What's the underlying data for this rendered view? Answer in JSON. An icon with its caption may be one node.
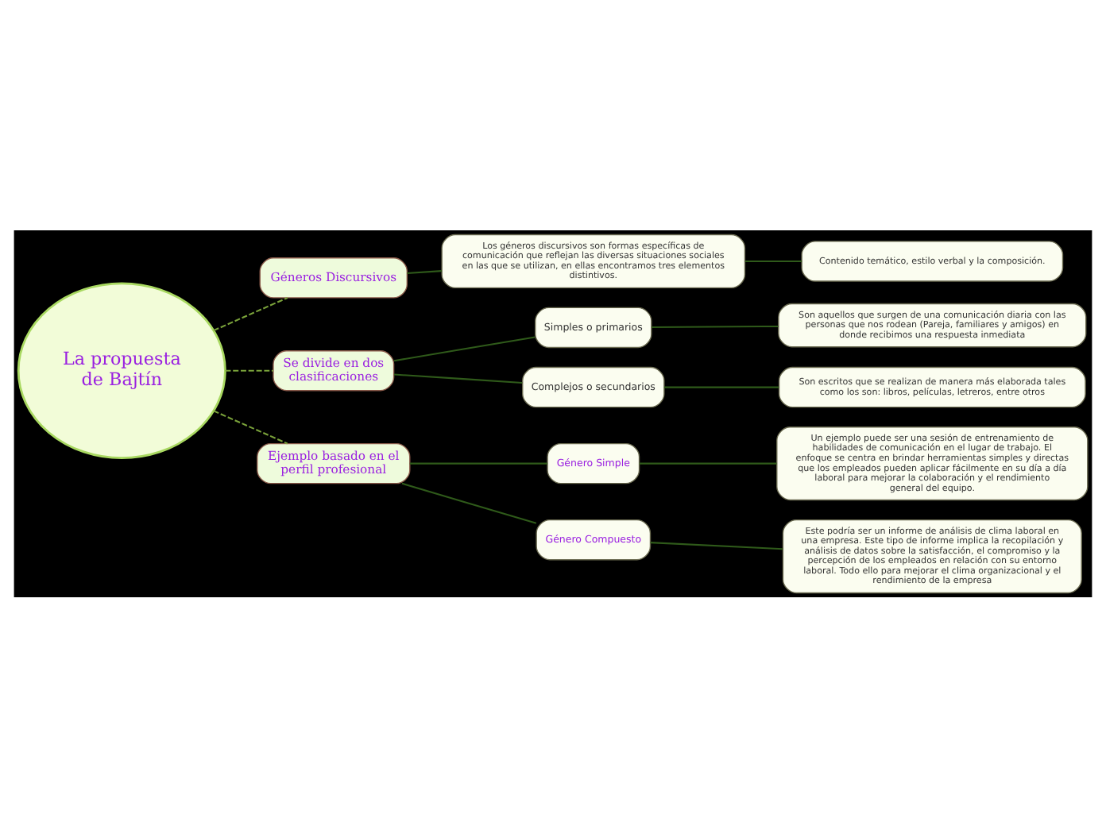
{
  "diagram": {
    "nodes": [
      {
        "text": [
          "La propuesta de Bajtín"
        ]
      },
      {
        "text": [
          "Géneros Discursivos"
        ]
      },
      {
        "text": [
          "Los géneros discursivos son formas específicas de comunicación que reflejan las diversas situaciones sociales en las que se utilizan, en ellas encontramos tres elementos distintivos."
        ]
      },
      {
        "text": [
          "Contenido temático, estilo verbal y la composición."
        ]
      },
      {
        "text": [
          "Se divide en dos clasificaciones"
        ]
      },
      {
        "text": [
          "Simples o primarios"
        ]
      },
      {
        "text": [
          "Son aquellos que surgen de una comunicación diaria con las personas que nos rodean (Pareja, familiares y amigos) en donde recibimos una respuesta inmediata"
        ]
      },
      {
        "text": [
          "Complejos o secundarios"
        ]
      },
      {
        "text": [
          "Son escritos que se realizan de manera más elaborada tales como los son: libros, películas, letreros, entre otros"
        ]
      },
      {
        "text": [
          "Ejemplo basado en el perfil profesional"
        ]
      },
      {
        "text": [
          "Género Simple"
        ]
      },
      {
        "text": [
          "Un ejemplo puede ser una sesión de entrenamiento de habilidades de comunicación en el lugar de trabajo. El enfoque se centra en brindar herramientas simples y directas que los empleados pueden aplicar fácilmente en su día a día laboral para mejorar la colaboración y el rendimiento general del equipo."
        ]
      },
      {
        "text": [
          "Género Compuesto"
        ]
      },
      {
        "text": [
          "Este podría ser un informe de análisis de clima laboral en una empresa. Este tipo de informe implica la recopilación y análisis de datos sobre la satisfacción, el compromiso y la percepción de los empleados en relación con su entorno laboral. Todo ello para mejorar el clima organizacional y el rendimiento de la empresa"
        ]
      }
    ],
    "edges": [
      {
        "from": 0,
        "to": 1,
        "arrow": "none",
        "style": "dashed",
        "color": "#7aa23a"
      },
      {
        "from": 1,
        "to": 2,
        "arrow": "none"
      },
      {
        "from": 2,
        "to": 3,
        "arrow": "none"
      },
      {
        "from": 0,
        "to": 4,
        "arrow": "none",
        "style": "dashed",
        "color": "#7aa23a"
      },
      {
        "from": 4,
        "to": 5,
        "arrow": "none"
      },
      {
        "from": 5,
        "to": 6,
        "arrow": "none"
      },
      {
        "from": 4,
        "to": 7,
        "arrow": "none"
      },
      {
        "from": 7,
        "to": 8,
        "arrow": "none"
      },
      {
        "from": 0,
        "to": 9,
        "arrow": "none",
        "style": "dashed",
        "color": "#7aa23a"
      },
      {
        "from": 9,
        "to": 10,
        "arrow": "none"
      },
      {
        "from": 10,
        "to": 11,
        "arrow": "none"
      },
      {
        "from": 9,
        "to": 12,
        "arrow": "none"
      },
      {
        "from": 12,
        "to": 13,
        "arrow": "none"
      }
    ]
  }
}
